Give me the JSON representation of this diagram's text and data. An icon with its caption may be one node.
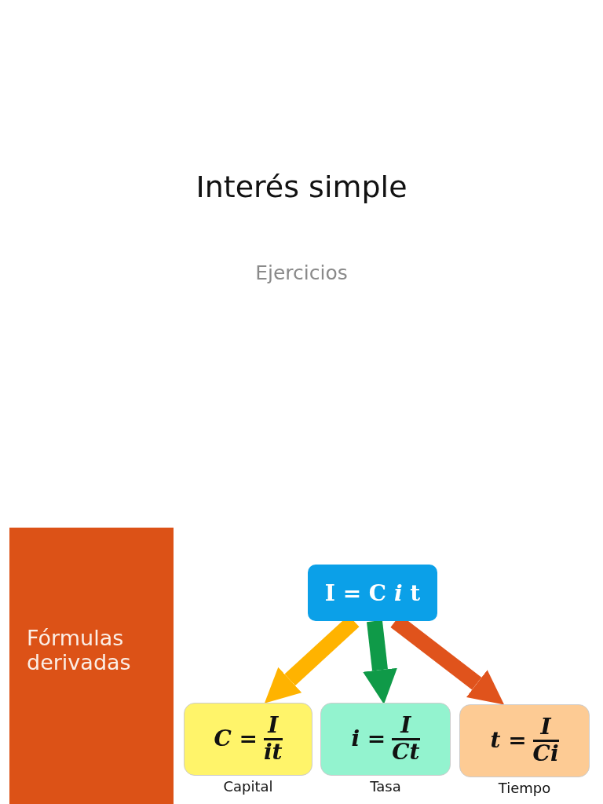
{
  "diagram": {
    "title": "Interés simple",
    "nodes": [
      {
        "text": [
          "Fórmulas derivadas"
        ]
      },
      {
        "text": [
          "I = C *i* t"
        ]
      },
      {
        "text": [
          "C =",
          "I",
          "it"
        ],
        "beside": [
          "Capital"
        ]
      },
      {
        "text": [
          "i =",
          "I",
          "Ct"
        ],
        "beside": [
          "Tasa"
        ]
      },
      {
        "text": [
          "t =",
          "I",
          "Ci"
        ],
        "beside": [
          "Tiempo"
        ]
      }
    ],
    "edges": [
      {
        "from": 1,
        "to": 2,
        "arrow": "to",
        "color": "#ffb300"
      },
      {
        "from": 1,
        "to": 3,
        "arrow": "to",
        "color": "#0f9a48"
      },
      {
        "from": 1,
        "to": 4,
        "arrow": "to",
        "color": "#e0531c"
      }
    ],
    "labels": [
      "Ejercicios"
    ]
  }
}
